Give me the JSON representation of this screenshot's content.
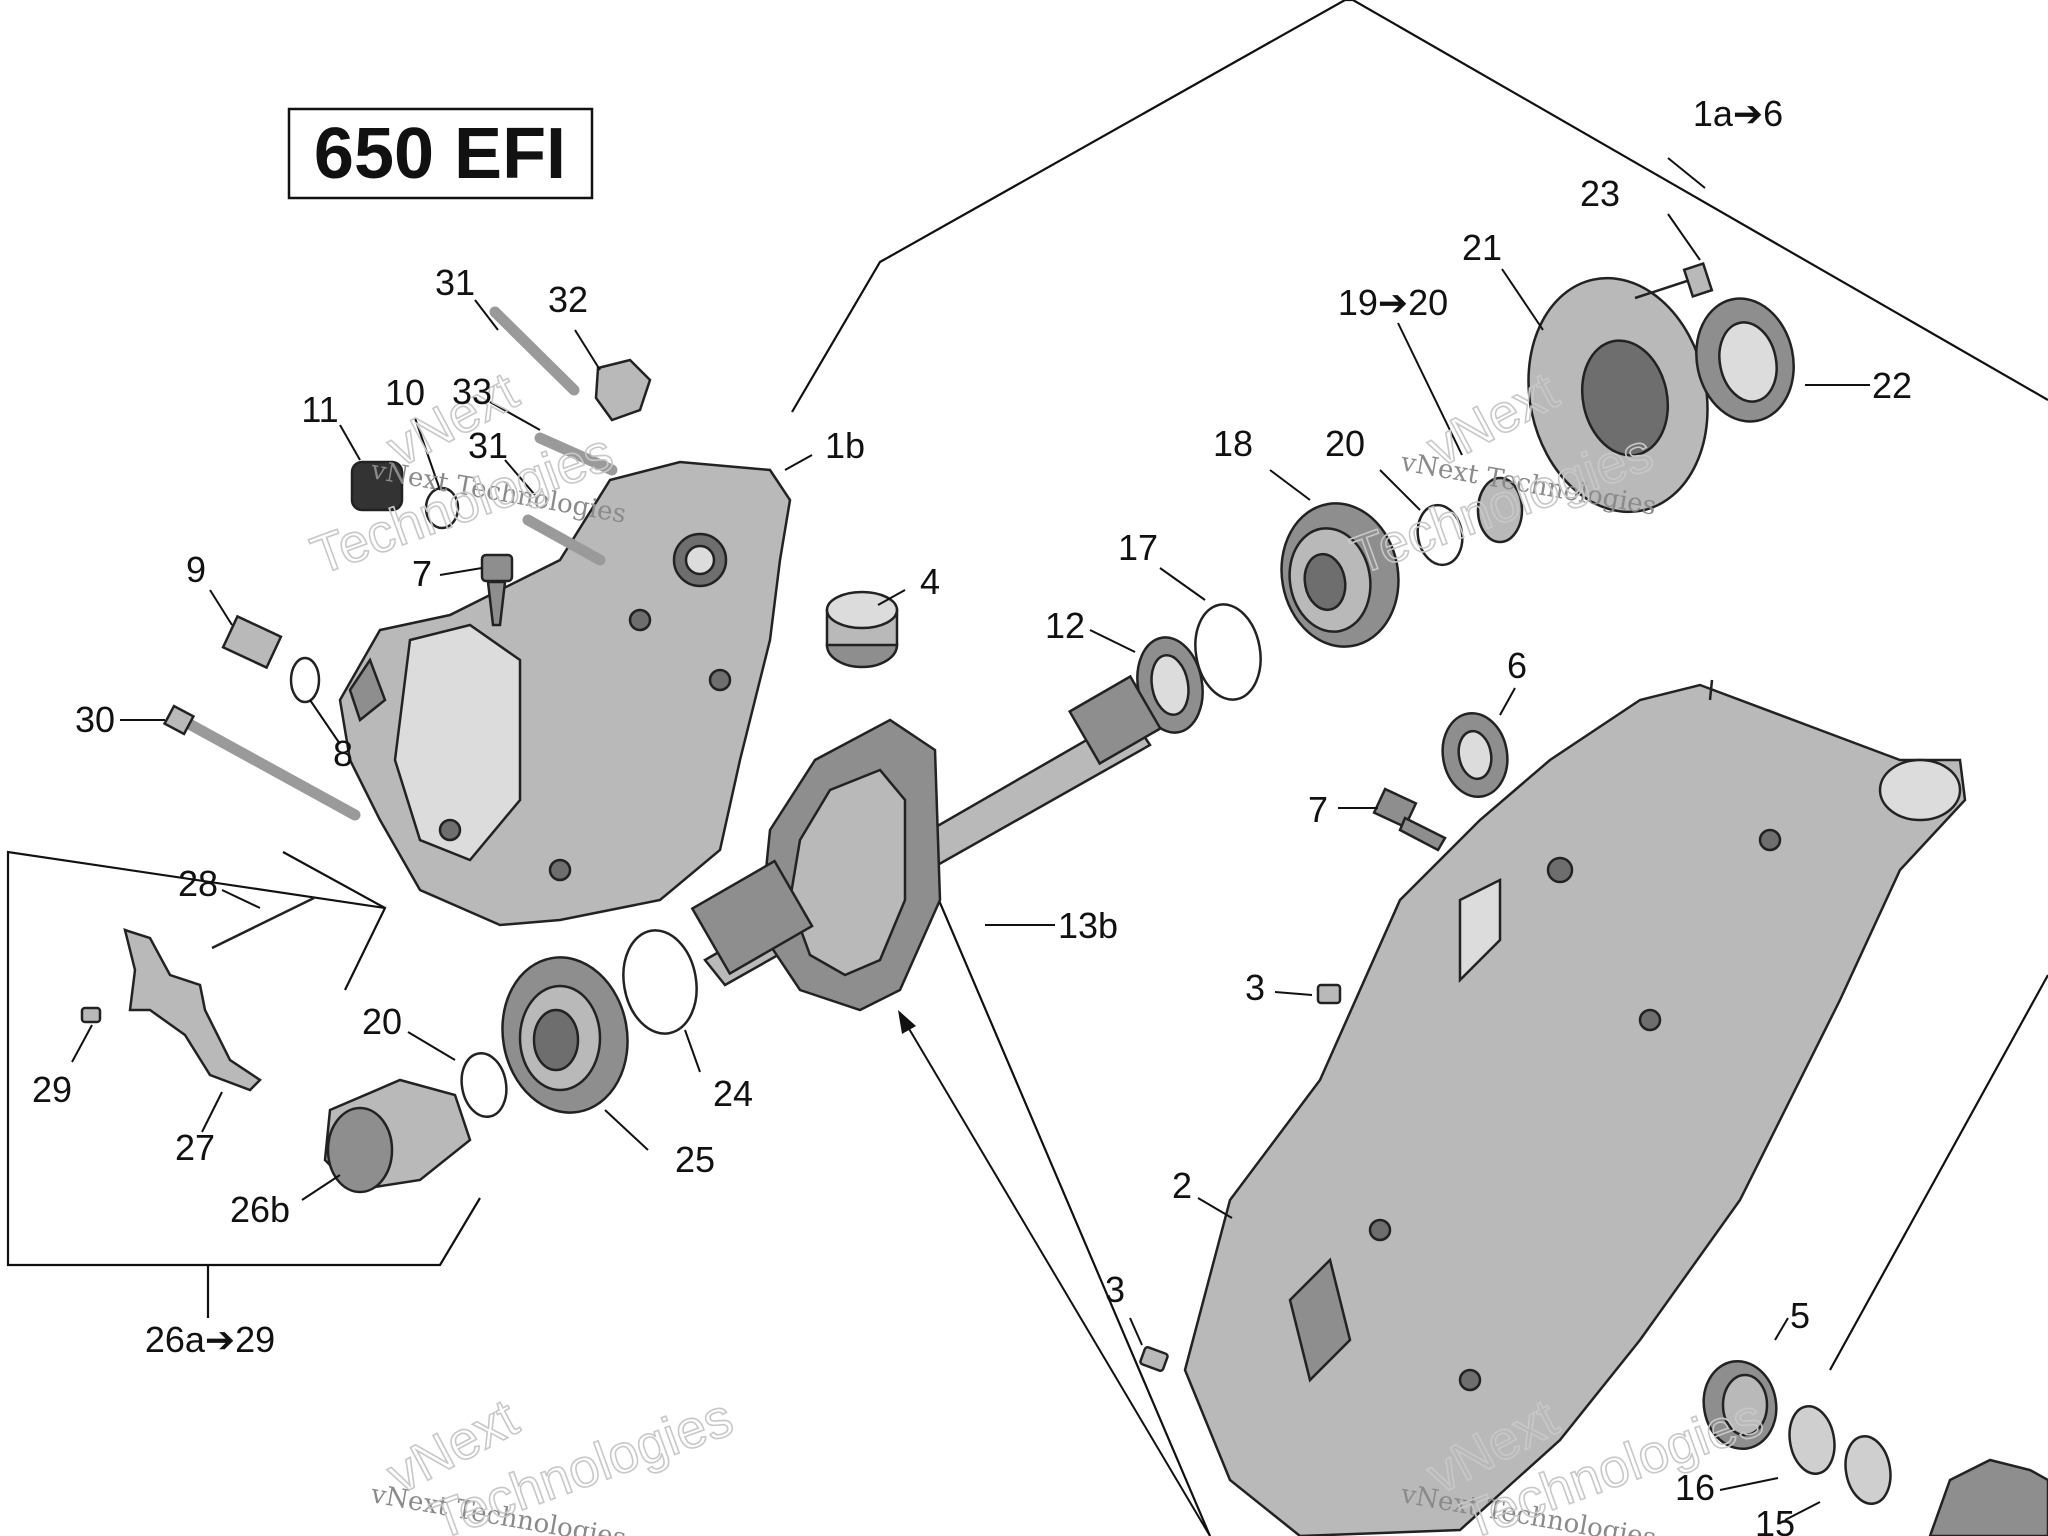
{
  "title": "650 EFI",
  "callouts": [
    {
      "id": "c-1a-6",
      "text": "1a➔6"
    },
    {
      "id": "c-23",
      "text": "23"
    },
    {
      "id": "c-21",
      "text": "21"
    },
    {
      "id": "c-19-20",
      "text": "19➔20"
    },
    {
      "id": "c-22",
      "text": "22"
    },
    {
      "id": "c-18",
      "text": "18"
    },
    {
      "id": "c-20a",
      "text": "20"
    },
    {
      "id": "c-17",
      "text": "17"
    },
    {
      "id": "c-12",
      "text": "12"
    },
    {
      "id": "c-6",
      "text": "6"
    },
    {
      "id": "c-7b",
      "text": "7"
    },
    {
      "id": "c-13b",
      "text": "13b"
    },
    {
      "id": "c-3a",
      "text": "3"
    },
    {
      "id": "c-2",
      "text": "2"
    },
    {
      "id": "c-3b",
      "text": "3"
    },
    {
      "id": "c-5",
      "text": "5"
    },
    {
      "id": "c-16",
      "text": "16"
    },
    {
      "id": "c-15",
      "text": "15"
    },
    {
      "id": "c-31a",
      "text": "31"
    },
    {
      "id": "c-32",
      "text": "32"
    },
    {
      "id": "c-11",
      "text": "11"
    },
    {
      "id": "c-10",
      "text": "10"
    },
    {
      "id": "c-33",
      "text": "33"
    },
    {
      "id": "c-31b",
      "text": "31"
    },
    {
      "id": "c-1b",
      "text": "1b"
    },
    {
      "id": "c-7a",
      "text": "7"
    },
    {
      "id": "c-9",
      "text": "9"
    },
    {
      "id": "c-4",
      "text": "4"
    },
    {
      "id": "c-8",
      "text": "8"
    },
    {
      "id": "c-30",
      "text": "30"
    },
    {
      "id": "c-28",
      "text": "28"
    },
    {
      "id": "c-29",
      "text": "29"
    },
    {
      "id": "c-27",
      "text": "27"
    },
    {
      "id": "c-20b",
      "text": "20"
    },
    {
      "id": "c-24",
      "text": "24"
    },
    {
      "id": "c-25",
      "text": "25"
    },
    {
      "id": "c-26b",
      "text": "26b"
    },
    {
      "id": "c-26a-29",
      "text": "26a➔29"
    }
  ],
  "watermark": {
    "small": "vNext Technologies",
    "big_1": "vNext",
    "big_2": "Technologies"
  },
  "colors": {
    "ink": "#111111",
    "part_fill": "#b9b9b9",
    "watermark": "#c8c8c8"
  }
}
